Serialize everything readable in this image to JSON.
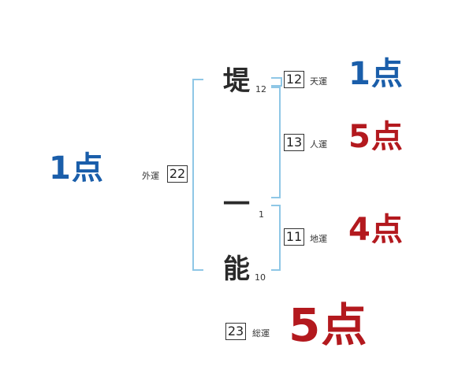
{
  "name": {
    "chars": [
      {
        "char": "堤",
        "strokes": "12"
      },
      {
        "char": "一",
        "strokes": "1"
      },
      {
        "char": "能",
        "strokes": "10"
      }
    ]
  },
  "fortunes": {
    "ten": {
      "number": "12",
      "label": "天運",
      "score": "1点",
      "color": "#1a5eaa"
    },
    "jin": {
      "number": "13",
      "label": "人運",
      "score": "5点",
      "color": "#b3191e"
    },
    "chi": {
      "number": "11",
      "label": "地運",
      "score": "4点",
      "color": "#b3191e"
    },
    "gai": {
      "number": "22",
      "label": "外運",
      "score": "1点",
      "color": "#1a5eaa"
    },
    "sou": {
      "number": "23",
      "label": "総運",
      "score": "5点",
      "color": "#b3191e"
    }
  }
}
